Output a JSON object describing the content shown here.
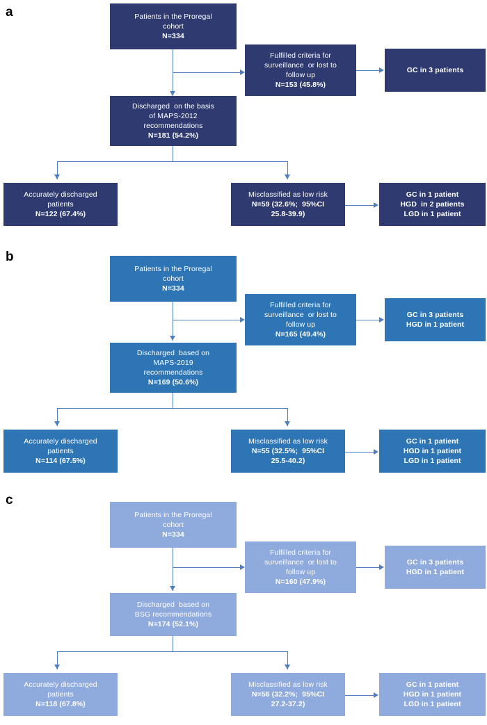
{
  "figure": {
    "type": "flowchart",
    "panels": [
      {
        "letter": "a",
        "color": "#2e3a70",
        "nodes": {
          "cohort": {
            "lines": [
              "Patients in the Proregal",
              "cohort",
              "N=334"
            ],
            "bold": [
              false,
              false,
              true
            ]
          },
          "excluded": {
            "lines": [
              "Fulfilled criteria for",
              "surveillance  or lost to",
              "follow up",
              "N=153 (45.8%)"
            ],
            "bold": [
              false,
              false,
              false,
              true
            ]
          },
          "excluded_outcome": {
            "lines": [
              "GC in 3 patients"
            ],
            "bold": [
              true
            ]
          },
          "discharged": {
            "lines": [
              "Discharged  on the basis",
              "of MAPS-2012",
              "recommendations",
              "N=181 (54.2%)"
            ],
            "bold": [
              false,
              false,
              false,
              true
            ]
          },
          "accurate": {
            "lines": [
              "Accurately discharged",
              "patients",
              "N=122 (67.4%)"
            ],
            "bold": [
              false,
              false,
              true
            ]
          },
          "misclassified": {
            "lines": [
              "Misclassified as low risk",
              "N=59 (32.6%;  95%CI",
              "25.8-39.9)"
            ],
            "bold": [
              false,
              true,
              true
            ]
          },
          "misclassified_outcome": {
            "lines": [
              "GC in 1 patient",
              "HGD  in 2 patients",
              "LGD in 1 patient"
            ],
            "bold": [
              true,
              true,
              true
            ]
          }
        }
      },
      {
        "letter": "b",
        "color": "#2e75b6",
        "nodes": {
          "cohort": {
            "lines": [
              "Patients in the Proregal",
              "cohort",
              "N=334"
            ],
            "bold": [
              false,
              false,
              true
            ]
          },
          "excluded": {
            "lines": [
              "Fulfilled criteria for",
              "surveillance  or lost to",
              "follow up",
              "N=165 (49.4%)"
            ],
            "bold": [
              false,
              false,
              false,
              true
            ]
          },
          "excluded_outcome": {
            "lines": [
              "GC in 3 patients",
              "HGD in 1 patient"
            ],
            "bold": [
              true,
              true
            ]
          },
          "discharged": {
            "lines": [
              "Discharged  based on",
              "MAPS-2019",
              "recommendations",
              "N=169 (50.6%)"
            ],
            "bold": [
              false,
              false,
              false,
              true
            ]
          },
          "accurate": {
            "lines": [
              "Accurately discharged",
              "patients",
              "N=114 (67.5%)"
            ],
            "bold": [
              false,
              false,
              true
            ]
          },
          "misclassified": {
            "lines": [
              "Misclassified as low risk",
              "N=55 (32.5%;  95%CI",
              "25.5-40.2)"
            ],
            "bold": [
              false,
              true,
              true
            ]
          },
          "misclassified_outcome": {
            "lines": [
              "GC in 1 patient",
              "HGD in 1 patient",
              "LGD in 1 patient"
            ],
            "bold": [
              true,
              true,
              true
            ]
          }
        }
      },
      {
        "letter": "c",
        "color": "#8faadc",
        "nodes": {
          "cohort": {
            "lines": [
              "Patients in the Proregal",
              "cohort",
              "N=334"
            ],
            "bold": [
              false,
              false,
              true
            ]
          },
          "excluded": {
            "lines": [
              "Fulfilled criteria for",
              "surveillance  or lost to",
              "follow up",
              "N=160 (47.9%)"
            ],
            "bold": [
              false,
              false,
              false,
              true
            ]
          },
          "excluded_outcome": {
            "lines": [
              "GC in 3 patients",
              "HGD in 1 patient"
            ],
            "bold": [
              true,
              true
            ]
          },
          "discharged": {
            "lines": [
              "Discharged  based on",
              "BSG recommendations",
              "N=174 (52.1%)"
            ],
            "bold": [
              false,
              false,
              true
            ]
          },
          "accurate": {
            "lines": [
              "Accurately discharged",
              "patients",
              "N=118 (67.8%)"
            ],
            "bold": [
              false,
              false,
              true
            ]
          },
          "misclassified": {
            "lines": [
              "Misclassified as low risk",
              "N=56 (32.2%;  95%CI",
              "27.2-37.2)"
            ],
            "bold": [
              false,
              true,
              true
            ]
          },
          "misclassified_outcome": {
            "lines": [
              "GC in 1 patient",
              "HGD in 1 patient",
              "LGD in 1 patient"
            ],
            "bold": [
              true,
              true,
              true
            ]
          }
        }
      }
    ],
    "connector_color": "#4f7fc1",
    "text_color": "#ffffff"
  }
}
